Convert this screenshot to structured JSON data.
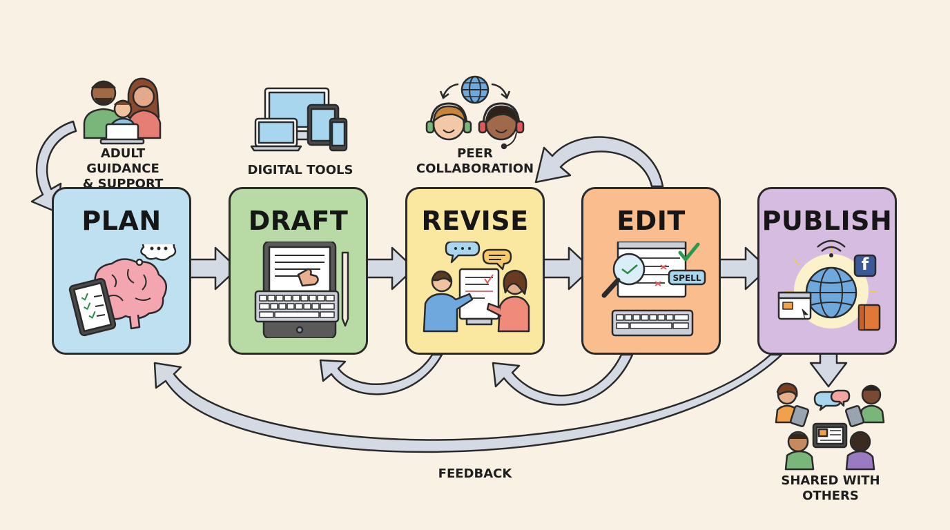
{
  "stages": [
    {
      "id": "plan",
      "title": "PLAN",
      "color": "#bfe0f0"
    },
    {
      "id": "draft",
      "title": "DRAFT",
      "color": "#b8dba6"
    },
    {
      "id": "revise",
      "title": "REVISE",
      "color": "#fbe8a0"
    },
    {
      "id": "edit",
      "title": "EDIT",
      "color": "#f9bd8e"
    },
    {
      "id": "publish",
      "title": "PUBLISH",
      "color": "#d7bce1"
    }
  ],
  "labels": {
    "adult_line1": "ADULT GUIDANCE",
    "adult_line2": "& SUPPORT",
    "digital_tools": "DIGITAL TOOLS",
    "peer_line1": "PEER",
    "peer_line2": "COLLABORATION",
    "feedback": "FEEDBACK",
    "shared": "SHARED WITH OTHERS",
    "spell": "SPELL"
  },
  "icons": {
    "publish_social": "f"
  },
  "colors": {
    "arrow_fill": "#d4dae4",
    "outline": "#2a2a2a",
    "background": "#f8f1e4"
  }
}
